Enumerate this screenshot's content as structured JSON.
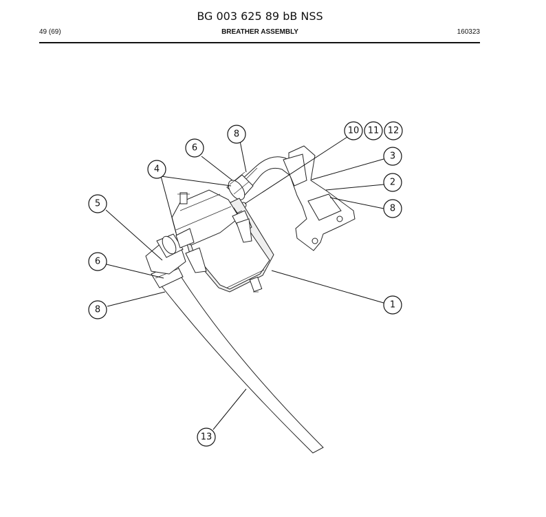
{
  "header": {
    "doc_title": "BG 003 625 89 bB NSS",
    "page": "49 (69)",
    "section": "BREATHER ASSEMBLY",
    "date": "160323"
  },
  "callouts": {
    "c1": "1",
    "c2": "2",
    "c3": "3",
    "c4": "4",
    "c5": "5",
    "c6a": "6",
    "c6b": "6",
    "c8a": "8",
    "c8b": "8",
    "c8c": "8",
    "c10": "10",
    "c11": "11",
    "c12": "12",
    "c13": "13"
  }
}
